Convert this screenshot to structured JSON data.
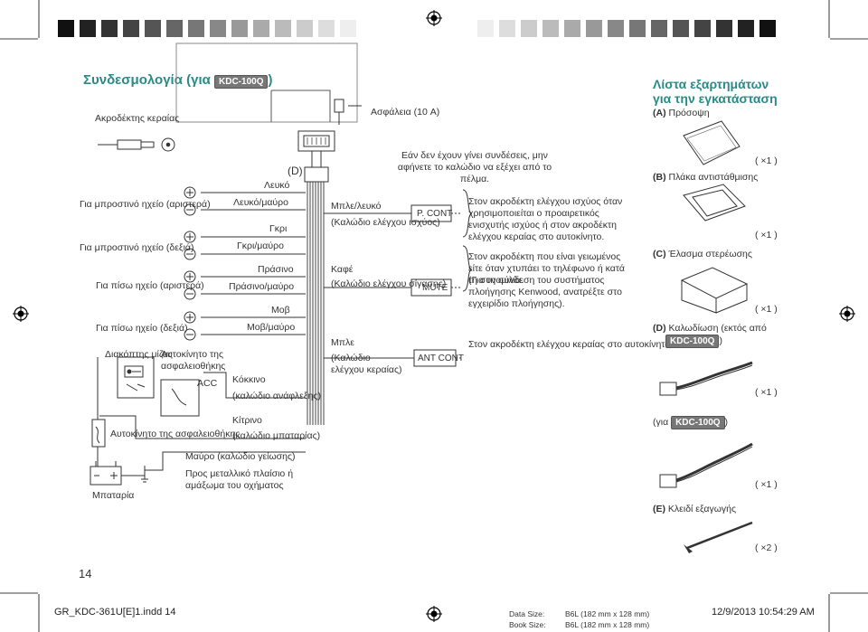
{
  "title": {
    "prefix": "Συνδεσμολογία (για ",
    "model": "KDC-100Q",
    "suffix": ")"
  },
  "connectors": {
    "antenna": "Ακροδέκτης κεραίας",
    "fuse": "Ασφάλεια (10 A)",
    "d": "(D)"
  },
  "note_top": "Εάν δεν έχουν γίνει συνδέσεις, μην αφήνετε το καλώδιο να εξέχει από το πέλμα.",
  "speakers": {
    "front_left": "Για μπροστινό ηχείο (αριστερά)",
    "front_right": "Για μπροστινό ηχείο (δεξιά)",
    "rear_left": "Για πίσω ηχείο (αριστερά)",
    "rear_right": "Για πίσω ηχείο (δεξιά)"
  },
  "wires": {
    "white": "Λευκό",
    "white_black": "Λευκό/μαύρο",
    "gray": "Γκρι",
    "gray_black": "Γκρι/μαύρο",
    "green": "Πράσινο",
    "green_black": "Πράσινο/μαύρο",
    "purple": "Μοβ",
    "purple_black": "Μοβ/μαύρο",
    "red": "Κόκκινο",
    "red_sub": "(καλώδιο ανάφλεξης)",
    "yellow": "Κίτρινο",
    "yellow_sub": "(καλώδιο μπαταρίας)",
    "black": "Μαύρο (καλώδιο γείωσης)",
    "chassis": "Προς μεταλλικό πλαίσιο ή αμάξωμα του οχήματος"
  },
  "control": {
    "blue_white": "Μπλε/λευκό",
    "blue_white_sub": "(Καλώδιο ελέγχου ισχύος)",
    "brown": "Καφέ",
    "brown_sub": "(Καλώδιο ελέγχου σίγασης)",
    "blue": "Μπλε",
    "blue_sub": "(Καλώδιο ελέγχου κεραίας)",
    "pcont": "P. CONT",
    "mute": "MUTE",
    "antcont": "ANT CONT",
    "pcont_desc": "Στον ακροδέκτη ελέγχου ισχύος όταν χρησιμοποιείται ο προαιρετικός ενισχυτής ισχύος ή στον ακροδέκτη ελέγχου κεραίας στο αυτοκίνητο.",
    "mute_desc": "Στον ακροδέκτη που είναι γειωμένος είτε όταν χτυπάει το τηλέφωνο ή κατά τη συνομιλία.",
    "mute_desc2": "(Για τη σύνδεση του συστήματος πλοήγησης Kenwood, ανατρέξτε στο εγχειρίδιο πλοήγησης).",
    "ant_desc": "Στον ακροδέκτη ελέγχου κεραίας στο αυτοκίνητο"
  },
  "ignition": {
    "switch": "Διακόπτης μίζας",
    "fuse_box": "Αυτοκίνητο της ασφαλειοθήκης",
    "acc": "ACC",
    "fuse_box2": "Αυτοκίνητο της ασφαλειοθήκης",
    "battery": "Μπαταρία"
  },
  "parts": {
    "heading": "Λίστα εξαρτημάτων για την εγκατάσταση",
    "a_letter": "(A)",
    "a_name": "Πρόσοψη",
    "b_letter": "(B)",
    "b_name": "Πλάκα αντιστάθμισης",
    "b_qty": "( ×1 )",
    "c_letter": "(C)",
    "c_name": "Έλασμα στερέωσης",
    "c_qty": "( ×1 )",
    "c2_qty": "( ×1 )",
    "d_letter": "(D)",
    "d_name": "Καλωδίωση (εκτός από",
    "d_model": "KDC-100Q",
    "d_close": ")",
    "d_qty": "( ×1 )",
    "d2_prefix": "(για",
    "d2_model": "KDC-100Q",
    "d2_close": ")",
    "d2_qty": "( ×1 )",
    "e_letter": "(E)",
    "e_name": "Κλειδί εξαγωγής",
    "e_qty": "( ×2 )"
  },
  "page_number": "14",
  "footer": {
    "file": "GR_KDC-361U[E]1.indd   14",
    "data_size_label": "Data Size:",
    "data_size": "B6L (182 mm x 128 mm)",
    "book_size_label": "Book Size:",
    "book_size": "B6L (182 mm x 128 mm)",
    "date": "12/9/2013   10:54:29 AM"
  },
  "colors": {
    "accent": "#2a8a86",
    "badge": "#777777"
  }
}
